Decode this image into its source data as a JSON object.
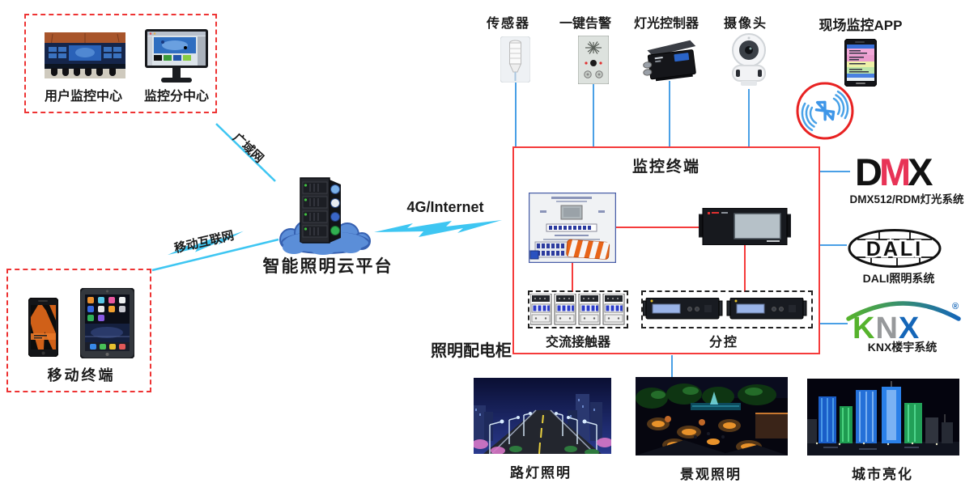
{
  "colors": {
    "red": "#ee3333",
    "line-red": "#f53b3b",
    "cyan": "#3ec6f2",
    "blue": "#4aa0e6",
    "text": "#1b1b1b",
    "dmx-red": "#e83356",
    "knx-green": "#56b32d",
    "knx-gray": "#97999b",
    "knx-blue": "#1566b8",
    "cloud-blue": "#5b8ed8"
  },
  "monitor_center": {
    "user_label": "用户监控中心",
    "branch_label": "监控分中心"
  },
  "mobile_terminal": {
    "label": "移动终端"
  },
  "cloud": {
    "label": "智能照明云平台"
  },
  "links": {
    "wan": "广域网",
    "mobile": "移动互联网",
    "internet": "4G/Internet"
  },
  "field_devices": [
    {
      "label": "传感器"
    },
    {
      "label": "一键告警"
    },
    {
      "label": "灯光控制器"
    },
    {
      "label": "摄像头"
    },
    {
      "label": "现场监控APP"
    }
  ],
  "cabinet": {
    "terminal_title": "监控终端",
    "cabinet_label": "照明配电柜",
    "contactor_label": "交流接触器",
    "subctrl_label": "分控"
  },
  "protocols": {
    "dmx": {
      "d": "D",
      "m": "M",
      "x": "X",
      "label": "DMX512/RDM灯光系统"
    },
    "dali": {
      "word": "DALI",
      "label": "DALI照明系统"
    },
    "knx": {
      "k": "K",
      "n": "N",
      "x": "X",
      "reg": "®",
      "label": "KNX楼宇系统"
    }
  },
  "scenes": [
    {
      "label": "路灯照明"
    },
    {
      "label": "景观照明"
    },
    {
      "label": "城市亮化"
    }
  ]
}
